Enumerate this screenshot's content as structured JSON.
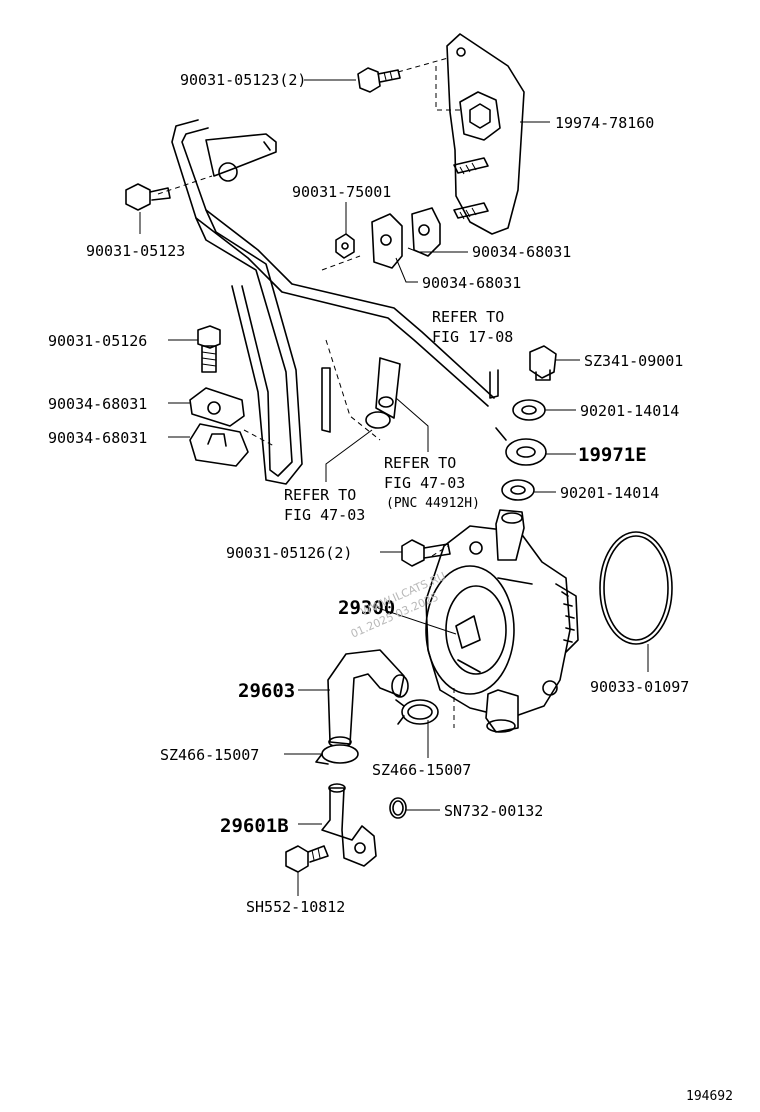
{
  "labels": {
    "p1": "90031-05123(2)",
    "p2": "19974-78160",
    "p3": "90031-05123",
    "p4": "90031-75001",
    "p5": "90034-68031",
    "p6": "90034-68031",
    "p7": "REFER TO",
    "p8": "FIG 17-08",
    "p9": "90031-05126",
    "p10": "SZ341-09001",
    "p11": "90034-68031",
    "p12": "90201-14014",
    "p13": "90034-68031",
    "p14": "19971E",
    "p15": "REFER TO",
    "p16": "FIG 47-03",
    "p17": "(PNC 44912H)",
    "p18": "REFER TO",
    "p19": "FIG 47-03",
    "p20": "90201-14014",
    "p21": "90031-05126(2)",
    "p22": "29300",
    "p23": "29603",
    "p24": "90033-01097",
    "p25": "SZ466-15007",
    "p26": "SZ466-15007",
    "p27": "SN732-00132",
    "p28": "29601B",
    "p29": "SH552-10812"
  },
  "watermark": {
    "line1": "WWW.ILCATS.RU",
    "line2": "01.2025 03.2025"
  },
  "figure_id": "194692"
}
